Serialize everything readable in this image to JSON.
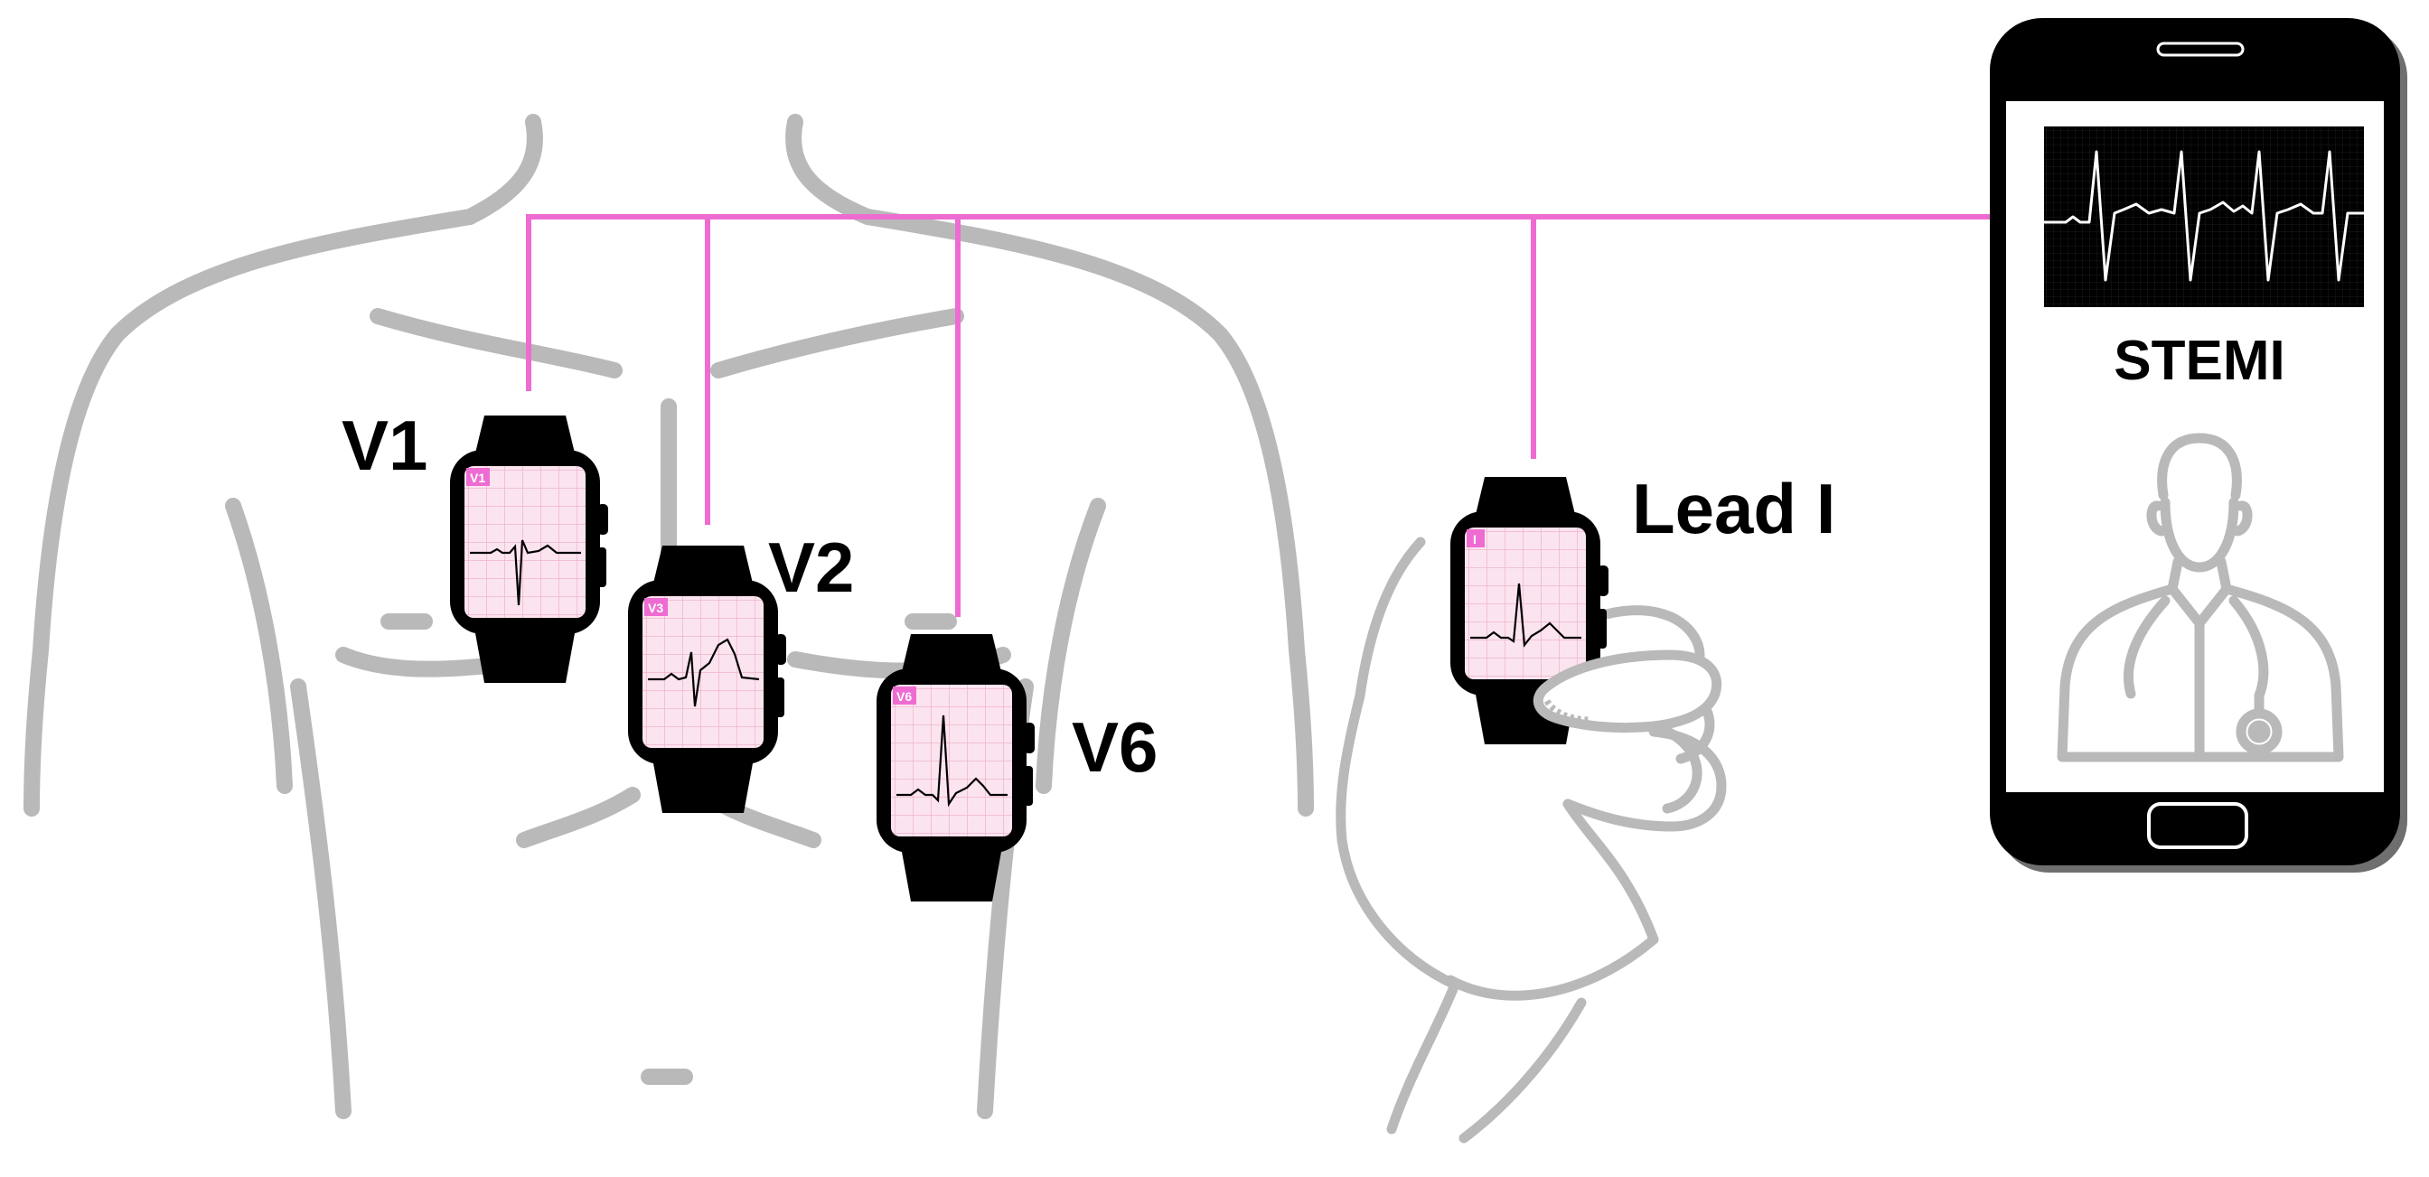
{
  "labels": {
    "v1": "V1",
    "v2": "V2",
    "v6": "V6",
    "lead_i": "Lead I",
    "result": "STEMI"
  },
  "watch_tags": {
    "v1": "V1",
    "v3": "V3",
    "v6": "V6",
    "lead_i": "I"
  },
  "colors": {
    "connector": "#EE6CD2",
    "outline": "#B9B9B9",
    "device": "#000000",
    "screen": "#FBE4EF",
    "grid": "#F2B9D3",
    "tag": "#EE6CD2",
    "monitor_trace": "#FFFFFF"
  },
  "icons": {
    "torso": "torso-outline-icon",
    "hand": "hand-outline-icon",
    "watch": "smartwatch-icon",
    "phone": "smartphone-icon",
    "doctor": "doctor-stethoscope-icon"
  }
}
